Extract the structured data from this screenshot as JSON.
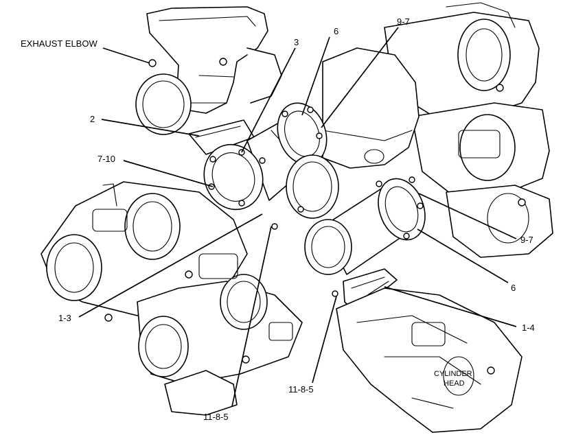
{
  "callouts": {
    "exhaust_elbow": "EXHAUST ELBOW",
    "c3": "3",
    "c6_top": "6",
    "c9_7_top": "9-7",
    "c2": "2",
    "c7_10": "7-10",
    "c9_7_right": "9-7",
    "c6_right": "6",
    "c1_3": "1-3",
    "c1_4": "1-4",
    "c11_8_5_bottom": "11-8-5",
    "c11_8_5_mid": "11-8-5",
    "cylinder_head_line1": "CYLINDER",
    "cylinder_head_line2": "HEAD"
  }
}
